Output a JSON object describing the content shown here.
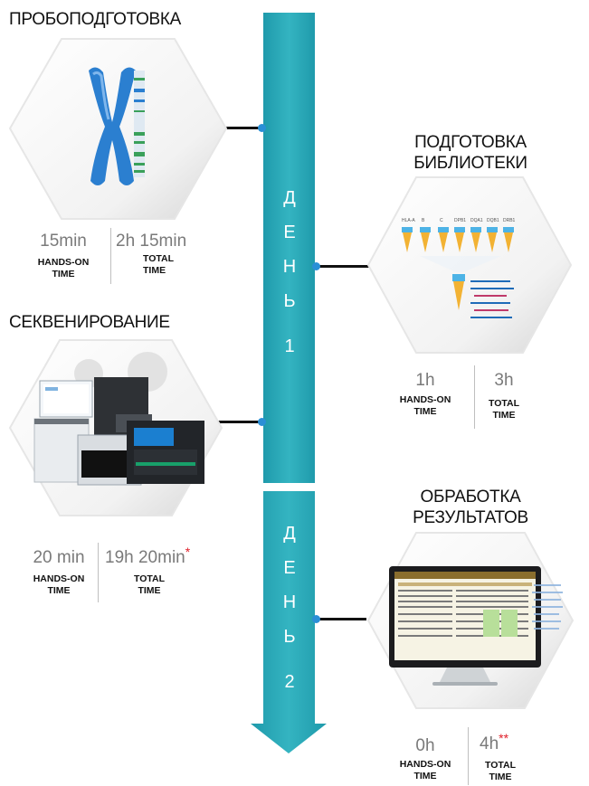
{
  "timeline": {
    "day1": {
      "letters": [
        "Д",
        "Е",
        "Н",
        "Ь"
      ],
      "number": "1"
    },
    "day2": {
      "letters": [
        "Д",
        "Е",
        "Н",
        "Ь"
      ],
      "number": "2"
    },
    "colors": {
      "bar": "#2aa6b5",
      "bar_light": "#5cc3cc",
      "dot": "#2a8fd6"
    }
  },
  "steps": {
    "sample_prep": {
      "title": "ПРОБОПОДГОТОВКА",
      "hands_on_value": "15min",
      "hands_on_label": [
        "HANDS-ON",
        "TIME"
      ],
      "total_value": "2h  15min",
      "total_label": [
        "TOTAL",
        "TIME"
      ]
    },
    "library_prep": {
      "title": [
        "ПОДГОТОВКА",
        "БИБЛИОТЕКИ"
      ],
      "hands_on_value": "1h",
      "hands_on_label": [
        "HANDS-ON",
        "TIME"
      ],
      "total_value": "3h",
      "total_label": [
        "TOTAL",
        "TIME"
      ],
      "tube_labels": [
        "HLA-A",
        "B",
        "C",
        "DPB1",
        "DQA1",
        "DQB1",
        "DRB1"
      ]
    },
    "sequencing": {
      "title": "СЕКВЕНИРОВАНИЕ",
      "hands_on_value": "20 min",
      "hands_on_label": [
        "HANDS-ON",
        "TIME"
      ],
      "total_value": "19h 20min",
      "total_mark": "*",
      "total_label": [
        "TOTAL",
        "TIME"
      ]
    },
    "analysis": {
      "title": [
        "ОБРАБОТКА",
        "РЕЗУЛЬТАТОВ"
      ],
      "hands_on_value": "0h",
      "hands_on_label": [
        "HANDS-ON",
        "TIME"
      ],
      "total_value": "4h",
      "total_mark": "**",
      "total_label": [
        "TOTAL",
        "TIME"
      ]
    }
  }
}
